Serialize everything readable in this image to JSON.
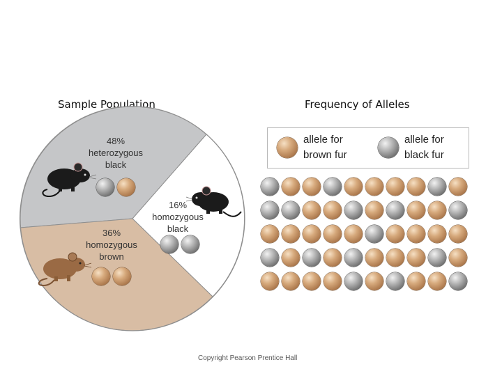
{
  "left_title": "Sample Population",
  "right_title": "Frequency of Alleles",
  "pie": {
    "slices": [
      {
        "percent": "48%",
        "line1": "heterozygous",
        "line2": "black",
        "color": "#c5c6c8"
      },
      {
        "percent": "16%",
        "line1": "homozygous",
        "line2": "black",
        "color": "#ffffff"
      },
      {
        "percent": "36%",
        "line1": "homozygous",
        "line2": "brown",
        "color": "#d8bda4"
      }
    ]
  },
  "legend": {
    "brown": {
      "line1": "allele for",
      "line2": "brown fur"
    },
    "black": {
      "line1": "allele for",
      "line2": "black fur"
    }
  },
  "allele_grid": [
    [
      "black",
      "brown",
      "brown",
      "black",
      "brown",
      "brown",
      "brown",
      "brown",
      "black",
      "brown"
    ],
    [
      "black",
      "black",
      "brown",
      "brown",
      "black",
      "brown",
      "black",
      "brown",
      "brown",
      "black"
    ],
    [
      "brown",
      "brown",
      "brown",
      "brown",
      "brown",
      "black",
      "brown",
      "brown",
      "brown",
      "brown"
    ],
    [
      "black",
      "brown",
      "black",
      "brown",
      "black",
      "brown",
      "brown",
      "brown",
      "black",
      "brown"
    ],
    [
      "brown",
      "brown",
      "brown",
      "brown",
      "black",
      "brown",
      "black",
      "brown",
      "brown",
      "black"
    ]
  ],
  "copyright": "Copyright Pearson Prentice Hall"
}
